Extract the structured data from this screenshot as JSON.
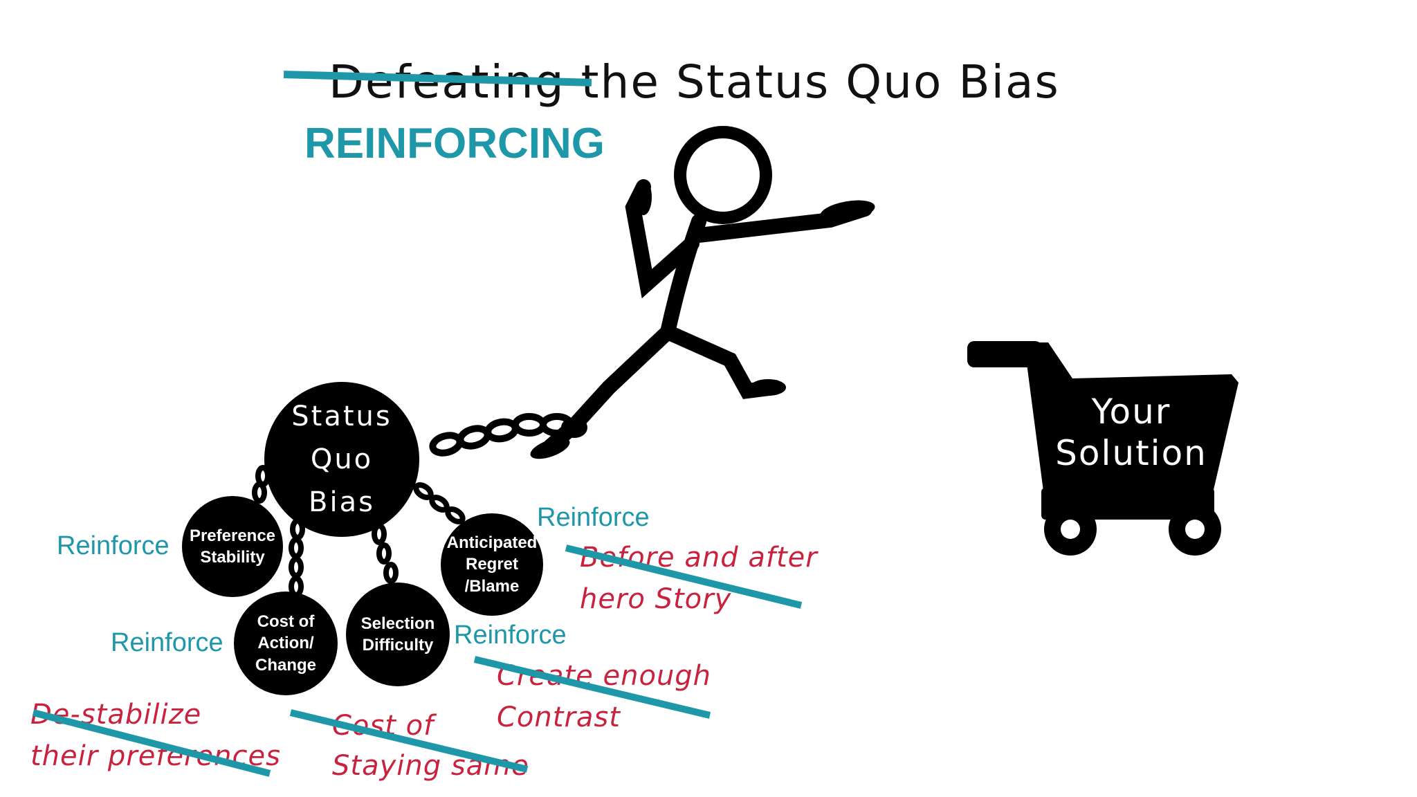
{
  "title": {
    "struck_word": "Defeating",
    "rest": "the Status Quo Bias"
  },
  "subtitle": "REINFORCING",
  "main_ball": {
    "lines": [
      "Status",
      "Quo",
      "Bias"
    ]
  },
  "factors": [
    {
      "name": "Preference Stability",
      "lines": [
        "Preference",
        "Stability"
      ],
      "reinforce": "Reinforce",
      "note": [
        "De-stabilize",
        "their preferences"
      ]
    },
    {
      "name": "Cost of Action/Change",
      "lines": [
        "Cost of",
        "Action/",
        "Change"
      ],
      "reinforce": "Reinforce",
      "note": [
        "Cost of",
        "Staying same"
      ]
    },
    {
      "name": "Selection Difficulty",
      "lines": [
        "Selection",
        "Difficulty"
      ],
      "reinforce": "Reinforce",
      "note": [
        "Create enough",
        "Contrast"
      ]
    },
    {
      "name": "Anticipated Regret/Blame",
      "lines": [
        "Anticipated",
        "Regret",
        "/Blame"
      ],
      "reinforce": "Reinforce",
      "note": [
        "Before and after",
        "hero Story"
      ]
    }
  ],
  "cart": {
    "lines": [
      "Your",
      "Solution"
    ]
  },
  "colors": {
    "teal": "#1e97a9",
    "red": "#c8223f",
    "black": "#000000"
  }
}
